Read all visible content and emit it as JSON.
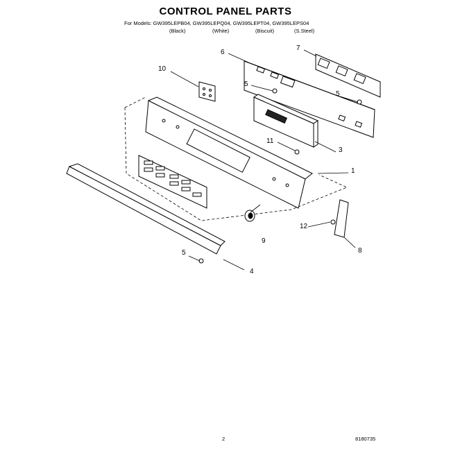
{
  "header": {
    "title": "CONTROL PANEL PARTS",
    "models": "For Models: GW395LEPB04, GW395LEPQ04, GW395LEPT04, GW395LEPS04",
    "variants": [
      "(Black)",
      "(White)",
      "(Biscuit)",
      "(S.Steel)"
    ]
  },
  "callouts": [
    "10",
    "6",
    "7",
    "5",
    "5",
    "11",
    "3",
    "1",
    "9",
    "12",
    "8",
    "5",
    "4"
  ],
  "footer": {
    "page": "2",
    "doc_number": "8180735"
  }
}
